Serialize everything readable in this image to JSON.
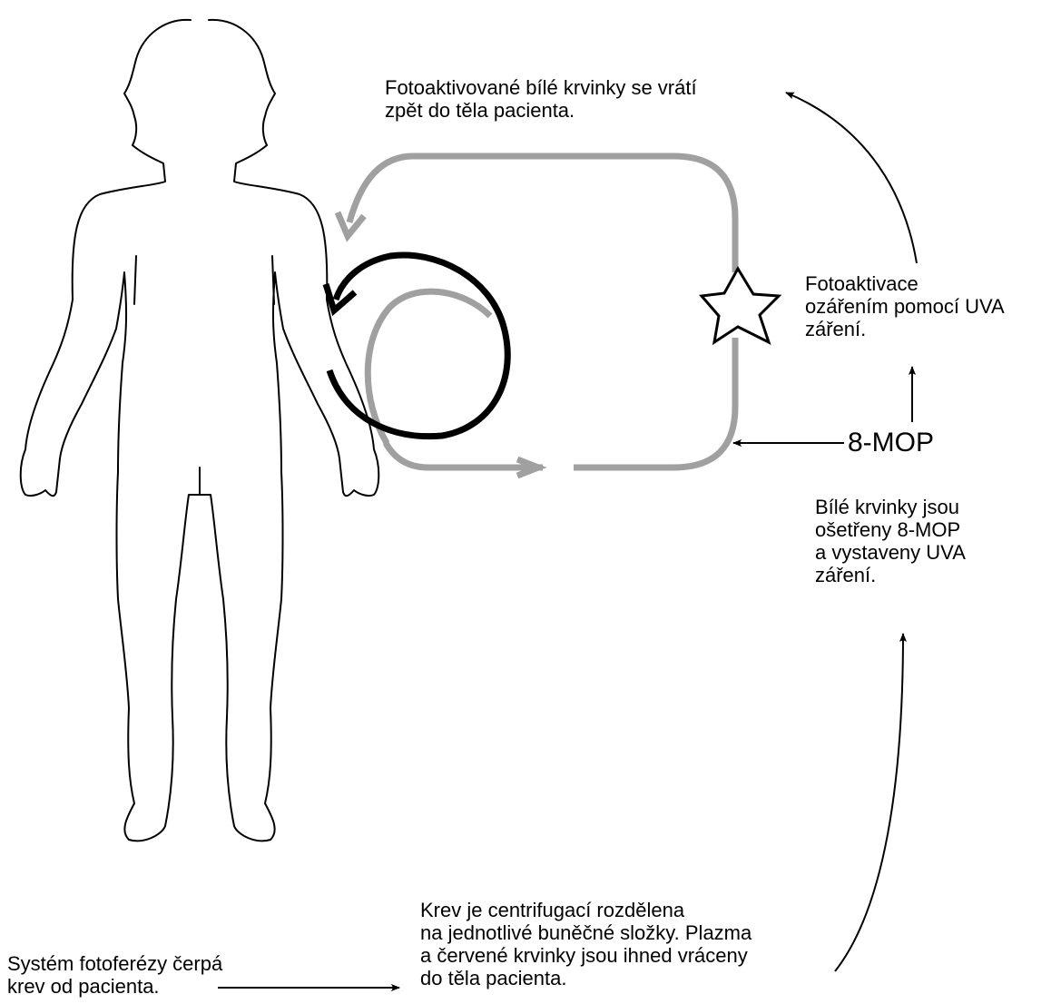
{
  "labels": {
    "return_to_patient": [
      "Fotoaktivované bílé krvinky se vrátí",
      "zpět do těla pacienta."
    ],
    "photoactivation": [
      "Fotoaktivace",
      "ozářením pomocí UVA",
      "záření."
    ],
    "mop": "8-MOP",
    "treatment": [
      "Bílé krvinky jsou",
      "ošetřeny 8-MOP",
      "a vystaveny UVA",
      "záření."
    ],
    "centrifugation": [
      "Krev je centrifugací rozdělena",
      "na jednotlivé buněčné složky. Plazma",
      "a červené krvinky jsou ihned vráceny",
      "do těla pacienta."
    ],
    "pump": [
      "Systém fotoferézy čerpá",
      "krev od pacienta."
    ]
  },
  "colors": {
    "outline": "#000000",
    "circuit": "#a0a0a0",
    "loop": "#000000"
  },
  "icons": [
    "human-silhouette",
    "star-icon"
  ]
}
